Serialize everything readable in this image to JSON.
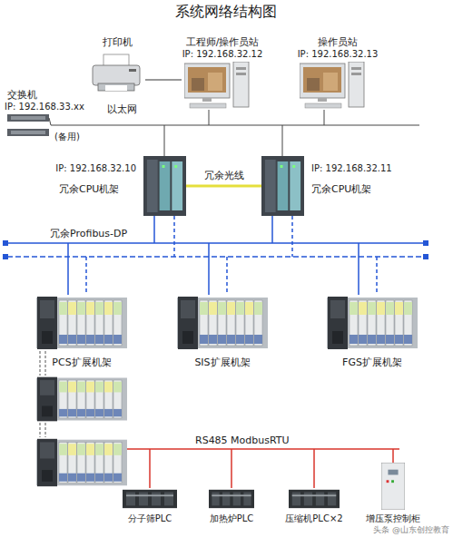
{
  "diagram": {
    "title": "系统网络结构图",
    "nodes": [
      {
        "text": [
          "打印机"
        ]
      },
      {
        "text": [
          "工程师/操作员站",
          "IP: 192.168.32.12"
        ]
      },
      {
        "text": [
          "操作员站",
          "IP: 192.168.32.13"
        ]
      },
      {
        "text": [
          "交换机",
          "IP: 192.168.33.xx",
          "(备用)"
        ]
      },
      {
        "text": [
          "IP: 192.168.32.10",
          "冗余CPU机架"
        ]
      },
      {
        "text": [
          "IP: 192.168.32.11",
          "冗余CPU机架"
        ]
      },
      {
        "text": [
          "PCS扩展机架"
        ]
      },
      {
        "text": [
          "SIS扩展机架"
        ]
      },
      {
        "text": [
          "FGS扩展机架"
        ]
      },
      {
        "text": [
          "分子筛PLC"
        ]
      },
      {
        "text": [
          "加热炉PLC"
        ]
      },
      {
        "text": [
          "压缩机PLC×2"
        ]
      },
      {
        "text": [
          "增压泵控制柜"
        ]
      }
    ],
    "edges": [
      {
        "from": 0,
        "to": 1,
        "arrow": "none"
      },
      {
        "from": 4,
        "to": 5,
        "label": "冗余光线",
        "arrow": "none"
      }
    ],
    "labels": [
      "以太网",
      "冗余Profibus-DP",
      "RS485 ModbusRTU",
      "头条 @山东创控教育"
    ]
  }
}
